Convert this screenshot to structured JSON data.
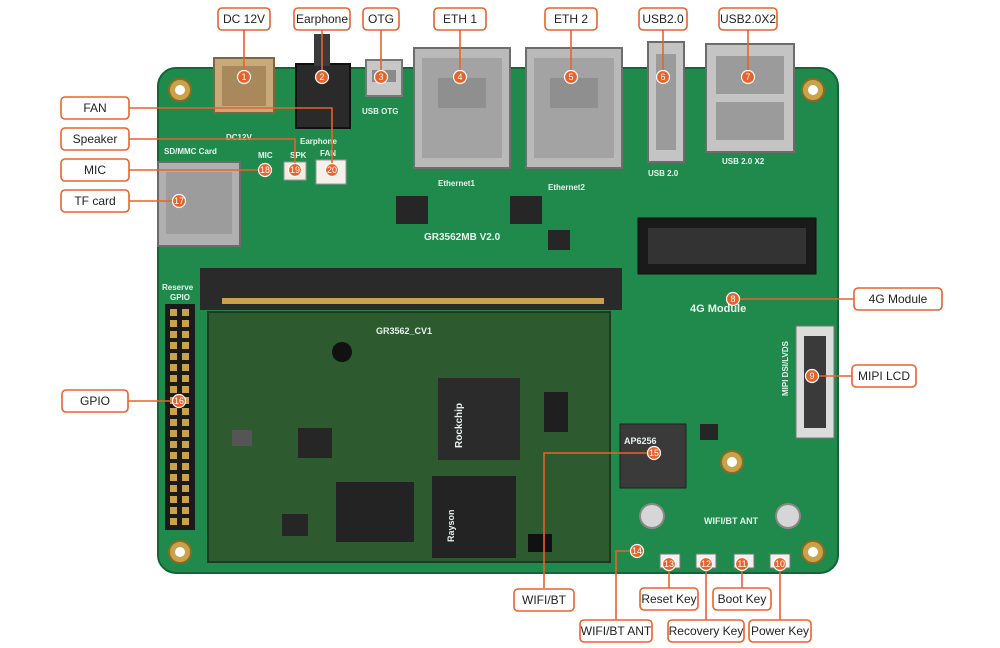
{
  "accent_color": "#e8622b",
  "board_color": "#1f8a4c",
  "board": {
    "model": "GR3562MB V2.0",
    "core_model": "GR3562_CV1",
    "silkscreen": {
      "dc": "DC12V",
      "earphone": "Earphone",
      "usb_otg": "USB OTG",
      "fan": "FAN",
      "mic": "MIC",
      "spk": "SPK",
      "sdmmc": "SD/MMC  Card",
      "eth1": "Ethernet1",
      "eth2": "Ethernet2",
      "usb20": "USB 2.0",
      "usb20x2": "USB 2.0 X2",
      "module4g": "4G Module",
      "mipi": "MIPI DSI/LVDS",
      "reserve": "Reserve",
      "gpio": "GPIO",
      "wifi_ant": "WIFI/BT ANT",
      "chip_rockchip": "Rockchip",
      "chip_wifi": "AP6256",
      "chip_mem": "Rayson"
    }
  },
  "callouts": [
    {
      "n": "1",
      "label": "DC 12V"
    },
    {
      "n": "2",
      "label": "Earphone"
    },
    {
      "n": "3",
      "label": "OTG"
    },
    {
      "n": "4",
      "label": "ETH 1"
    },
    {
      "n": "5",
      "label": "ETH 2"
    },
    {
      "n": "6",
      "label": "USB2.0"
    },
    {
      "n": "7",
      "label": "USB2.0X2"
    },
    {
      "n": "8",
      "label": "4G Module"
    },
    {
      "n": "9",
      "label": "MIPI LCD"
    },
    {
      "n": "10",
      "label": "Power Key"
    },
    {
      "n": "11",
      "label": "Boot Key"
    },
    {
      "n": "12",
      "label": "Recovery Key"
    },
    {
      "n": "13",
      "label": "Reset Key"
    },
    {
      "n": "14",
      "label": "WIFI/BT ANT"
    },
    {
      "n": "15",
      "label": "WIFI/BT"
    },
    {
      "n": "16",
      "label": "GPIO"
    },
    {
      "n": "17",
      "label": "TF card"
    },
    {
      "n": "18",
      "label": "MIC"
    },
    {
      "n": "19",
      "label": "Speaker"
    },
    {
      "n": "20",
      "label": "FAN"
    }
  ]
}
